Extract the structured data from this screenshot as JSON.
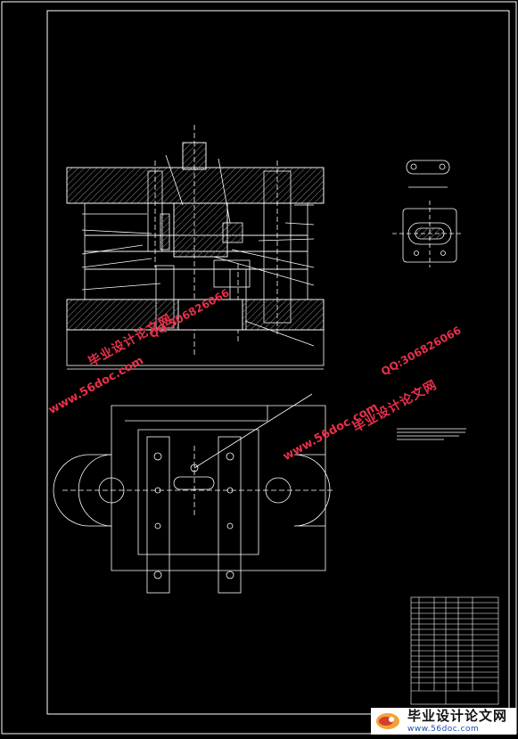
{
  "watermarks": {
    "url": "www.56doc.com",
    "qq": "QQ:306826066",
    "cn": "毕业设计论文网"
  },
  "logo": {
    "cn": "毕业设计论文网",
    "url": "www.56doc.com"
  },
  "colors": {
    "background": "#000000",
    "lines": "#ffffff",
    "watermark": "#e8304a"
  }
}
